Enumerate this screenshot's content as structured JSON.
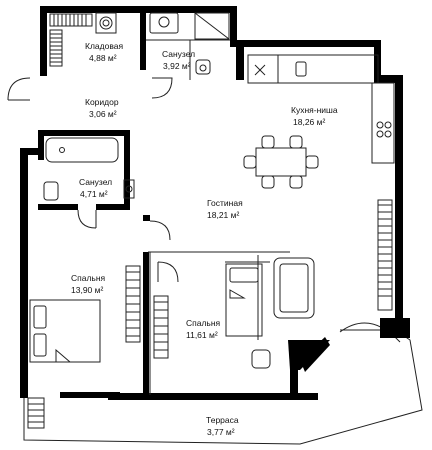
{
  "rooms": [
    {
      "id": "storage",
      "name": "Кладовая",
      "area": "4,88 м²"
    },
    {
      "id": "bath1",
      "name": "Санузел",
      "area": "3,92 м²"
    },
    {
      "id": "corridor",
      "name": "Коридор",
      "area": "3,06 м²"
    },
    {
      "id": "kitchen",
      "name": "Кухня-ниша",
      "area": "18,26 м²"
    },
    {
      "id": "bath2",
      "name": "Санузел",
      "area": "4,71 м²"
    },
    {
      "id": "living",
      "name": "Гостиная",
      "area": "18,21 м²"
    },
    {
      "id": "bedroom1",
      "name": "Спальня",
      "area": "13,90 м²"
    },
    {
      "id": "bedroom2",
      "name": "Спальня",
      "area": "11,61 м²"
    },
    {
      "id": "terrace",
      "name": "Терраса",
      "area": "3,77 м²"
    }
  ],
  "colors": {
    "wall": "#000000",
    "line": "#222222",
    "fill": "#ffffff"
  }
}
